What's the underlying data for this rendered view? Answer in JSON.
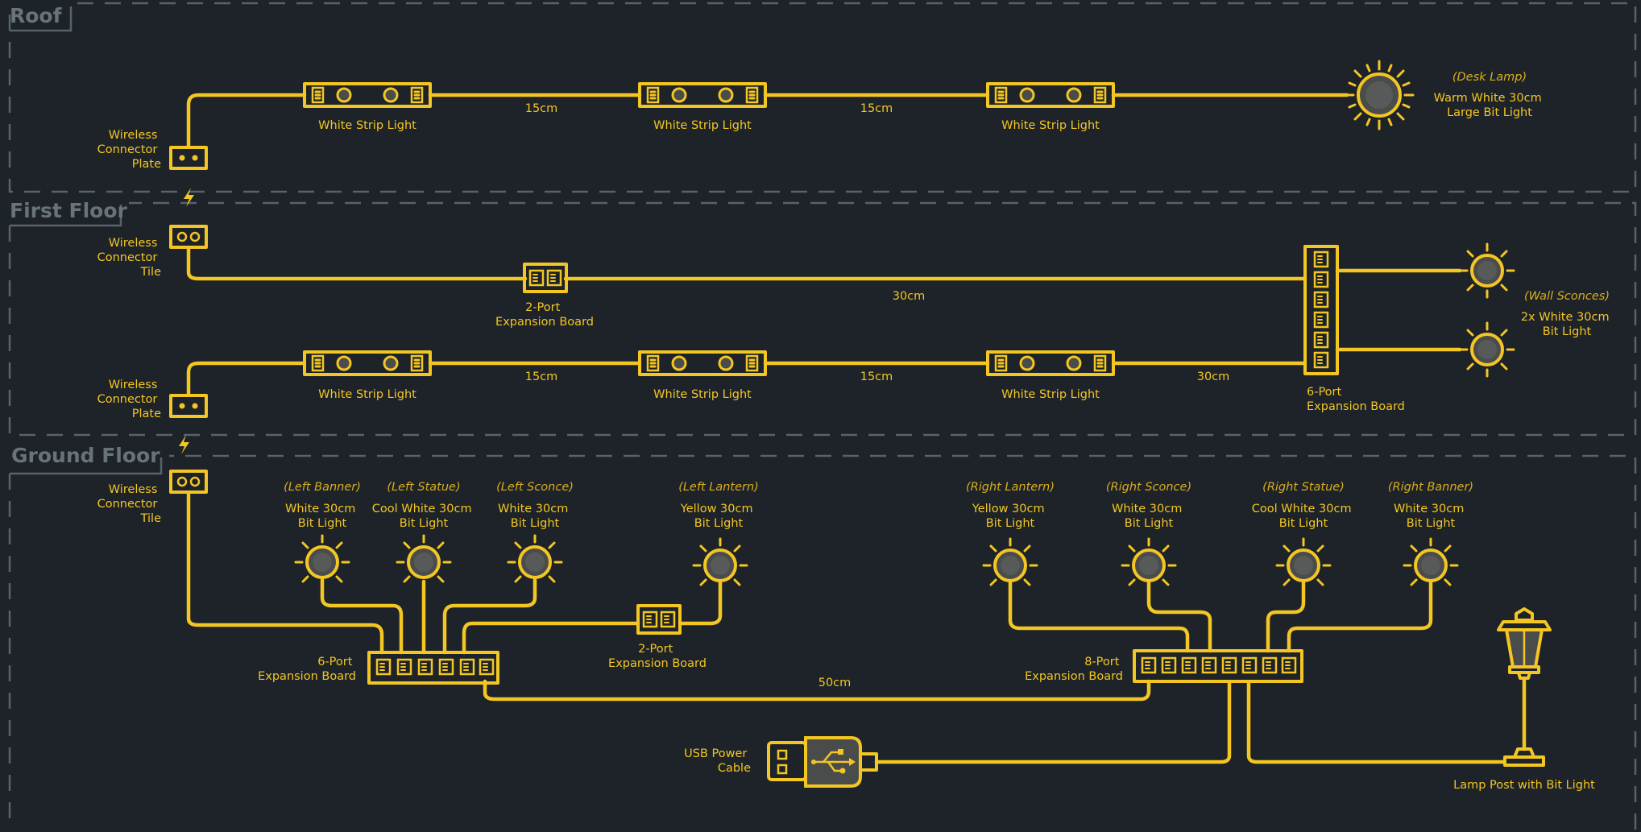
{
  "sections": {
    "roof": "Roof",
    "first_floor": "First Floor",
    "ground_floor": "Ground Floor"
  },
  "roof": {
    "connector": [
      "Wireless",
      "Connector",
      "Plate"
    ],
    "strip_1": "White Strip Light",
    "strip_2": "White Strip Light",
    "strip_3": "White Strip Light",
    "len_1": "15cm",
    "len_2": "15cm",
    "lamp_note": "(Desk Lamp)",
    "lamp_label": [
      "Warm White 30cm",
      "Large Bit Light"
    ]
  },
  "first_floor": {
    "connector_tile": [
      "Wireless",
      "Connector",
      "Tile"
    ],
    "board_2port": [
      "2-Port",
      "Expansion Board"
    ],
    "len_top": "30cm",
    "connector_plate": [
      "Wireless",
      "Connector",
      "Plate"
    ],
    "strip_1": "White Strip Light",
    "strip_2": "White Strip Light",
    "strip_3": "White Strip Light",
    "len_1": "15cm",
    "len_2": "15cm",
    "len_3": "30cm",
    "board_6port": [
      "6-Port",
      "Expansion Board"
    ],
    "sconce_note": "(Wall Sconces)",
    "sconce_label": [
      "2x White 30cm",
      "Bit Light"
    ]
  },
  "ground_floor": {
    "connector_tile": [
      "Wireless",
      "Connector",
      "Tile"
    ],
    "lights": [
      {
        "note": "(Left Banner)",
        "label": [
          "White 30cm",
          "Bit Light"
        ]
      },
      {
        "note": "(Left Statue)",
        "label": [
          "Cool White 30cm",
          "Bit Light"
        ]
      },
      {
        "note": "(Left Sconce)",
        "label": [
          "White 30cm",
          "Bit Light"
        ]
      },
      {
        "note": "(Left Lantern)",
        "label": [
          "Yellow 30cm",
          "Bit Light"
        ]
      },
      {
        "note": "(Right Lantern)",
        "label": [
          "Yellow 30cm",
          "Bit Light"
        ]
      },
      {
        "note": "(Right Sconce)",
        "label": [
          "White 30cm",
          "Bit Light"
        ]
      },
      {
        "note": "(Right Statue)",
        "label": [
          "Cool White 30cm",
          "Bit Light"
        ]
      },
      {
        "note": "(Right Banner)",
        "label": [
          "White 30cm",
          "Bit Light"
        ]
      }
    ],
    "board_6port": [
      "6-Port",
      "Expansion Board"
    ],
    "board_2port": [
      "2-Port",
      "Expansion Board"
    ],
    "board_8port": [
      "8-Port",
      "Expansion Board"
    ],
    "len_mid": "50cm",
    "usb": [
      "USB Power",
      "Cable"
    ],
    "lamp_post": "Lamp Post with Bit Light"
  },
  "colors": {
    "background": "#1d2328",
    "wire": "#f3c623",
    "zone_border": "#58626a",
    "bulb_fill": "#4a4c4c"
  },
  "icons": [
    "strip-light-icon",
    "bit-light-icon",
    "connector-plate-icon",
    "connector-tile-icon",
    "expansion-board-icon",
    "power-bolt-icon",
    "usb-plug-icon",
    "lamp-post-icon"
  ]
}
